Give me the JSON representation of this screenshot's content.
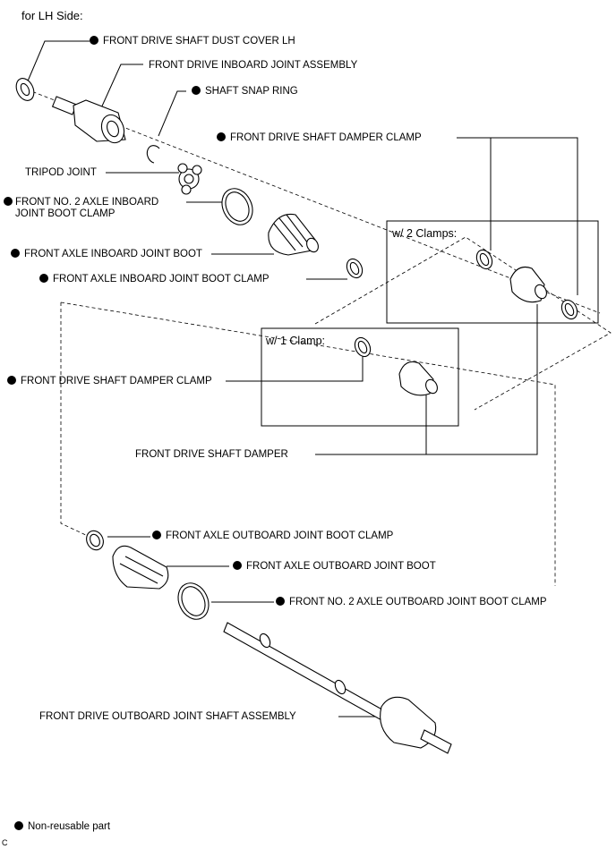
{
  "title": "for LH Side:",
  "labels": {
    "dust_cover": "FRONT DRIVE SHAFT DUST COVER LH",
    "inboard_joint_assembly": "FRONT DRIVE INBOARD JOINT ASSEMBLY",
    "snap_ring": "SHAFT SNAP RING",
    "damper_clamp_top": "FRONT DRIVE SHAFT DAMPER CLAMP",
    "tripod_joint": "TRIPOD JOINT",
    "no2_inboard_clamp": "FRONT NO. 2 AXLE INBOARD\nJOINT BOOT CLAMP",
    "inboard_boot": "FRONT AXLE INBOARD JOINT BOOT",
    "inboard_boot_clamp": "FRONT AXLE INBOARD JOINT BOOT CLAMP",
    "damper_clamp_mid": "FRONT DRIVE SHAFT DAMPER CLAMP",
    "damper": "FRONT DRIVE SHAFT DAMPER",
    "outboard_boot_clamp": "FRONT AXLE OUTBOARD JOINT BOOT CLAMP",
    "outboard_boot": "FRONT AXLE OUTBOARD JOINT BOOT",
    "no2_outboard_clamp": "FRONT NO. 2 AXLE OUTBOARD JOINT BOOT CLAMP",
    "outboard_shaft": "FRONT DRIVE OUTBOARD JOINT SHAFT ASSEMBLY"
  },
  "boxes": {
    "two_clamps": "w/ 2 Clamps:",
    "one_clamp": "w/ 1 Clamp:"
  },
  "legend": {
    "non_reusable": "Non-reusable part",
    "marker": "filled-dot"
  },
  "figure_code": "C"
}
